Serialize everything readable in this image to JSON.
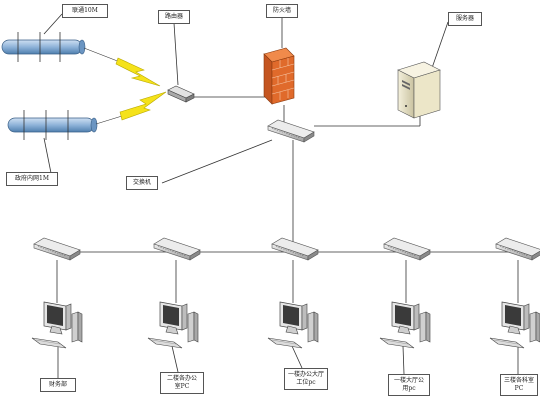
{
  "labels": {
    "isp_link": "联通10M",
    "gov_intranet": "政府内网1M",
    "router": "路由器",
    "firewall": "防火墙",
    "server": "服务器",
    "core_switch": "交换机",
    "pc_finance": "财务部",
    "pc_floor2": "二楼各办公\n室PC",
    "pc_floor1_office": "一楼办公大厅\n工位pc",
    "pc_floor1_hall": "一楼大厅公\n用pc",
    "pc_floor3": "三楼各科室\nPC"
  },
  "colors": {
    "line": "#333333",
    "cable_fill": "#8fb3d9",
    "switch_fill": "#d9d9d9",
    "firewall": "#e06a2b",
    "lightning": "#f5e21a"
  }
}
